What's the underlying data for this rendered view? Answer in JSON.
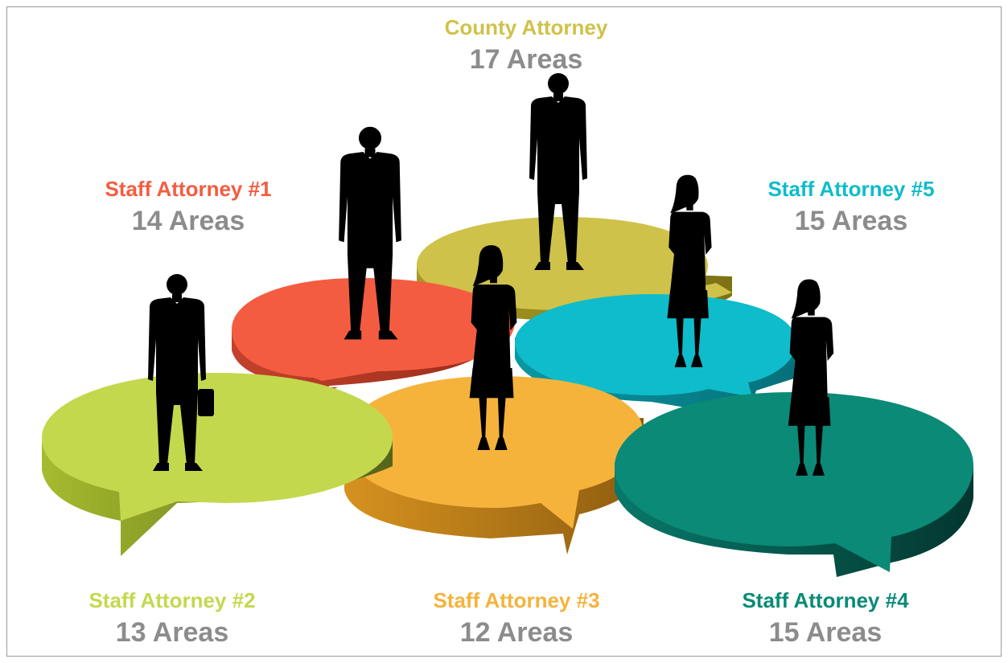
{
  "colors": {
    "county": "#cfc24a",
    "staff1": "#f45c41",
    "staff2": "#c4d84e",
    "staff3": "#f5b33c",
    "staff4": "#0a8a77",
    "staff5": "#0fbccb",
    "count_gray": "#8c8c8c",
    "silhouette": "#000000"
  },
  "roles": {
    "county": {
      "title": "County Attorney",
      "count": "17 Areas"
    },
    "staff1": {
      "title": "Staff Attorney #1",
      "count": "14 Areas"
    },
    "staff2": {
      "title": "Staff Attorney #2",
      "count": "13 Areas"
    },
    "staff3": {
      "title": "Staff Attorney #3",
      "count": "12 Areas"
    },
    "staff4": {
      "title": "Staff Attorney #4",
      "count": "15 Areas"
    },
    "staff5": {
      "title": "Staff Attorney #5",
      "count": "15 Areas"
    }
  },
  "icons": [
    "person-silhouette-icon",
    "briefcase-icon"
  ]
}
